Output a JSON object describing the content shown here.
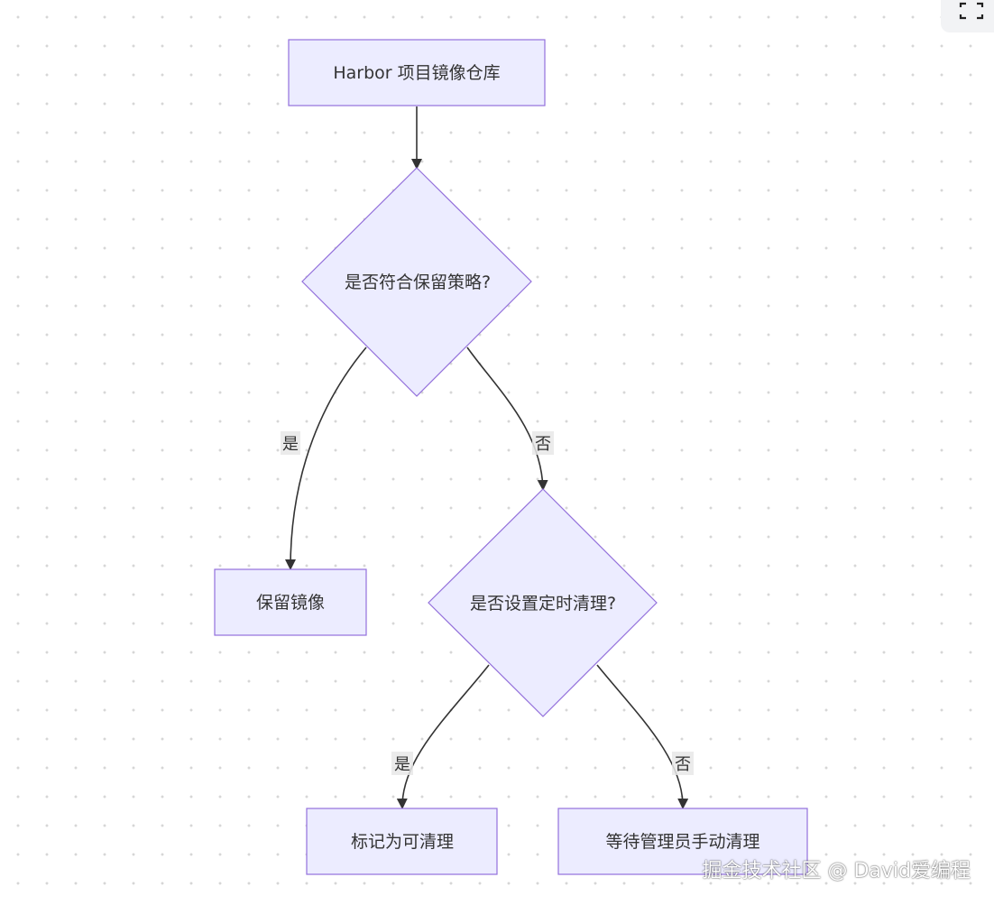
{
  "nodes": {
    "root": "Harbor 项目镜像仓库",
    "decision_policy": "是否符合保留策略?",
    "keep_image": "保留镜像",
    "decision_schedule": "是否设置定时清理?",
    "mark_cleanable": "标记为可清理",
    "wait_manual": "等待管理员手动清理"
  },
  "edges": {
    "policy_yes": "是",
    "policy_no": "否",
    "schedule_yes": "是",
    "schedule_no": "否"
  },
  "watermark": "掘金技术社区 @ David爱编程",
  "colors": {
    "node_fill": "#ECECFF",
    "node_stroke": "#9370DB",
    "edge": "#333333"
  },
  "icons": {
    "top_right": "fullscreen-icon"
  }
}
